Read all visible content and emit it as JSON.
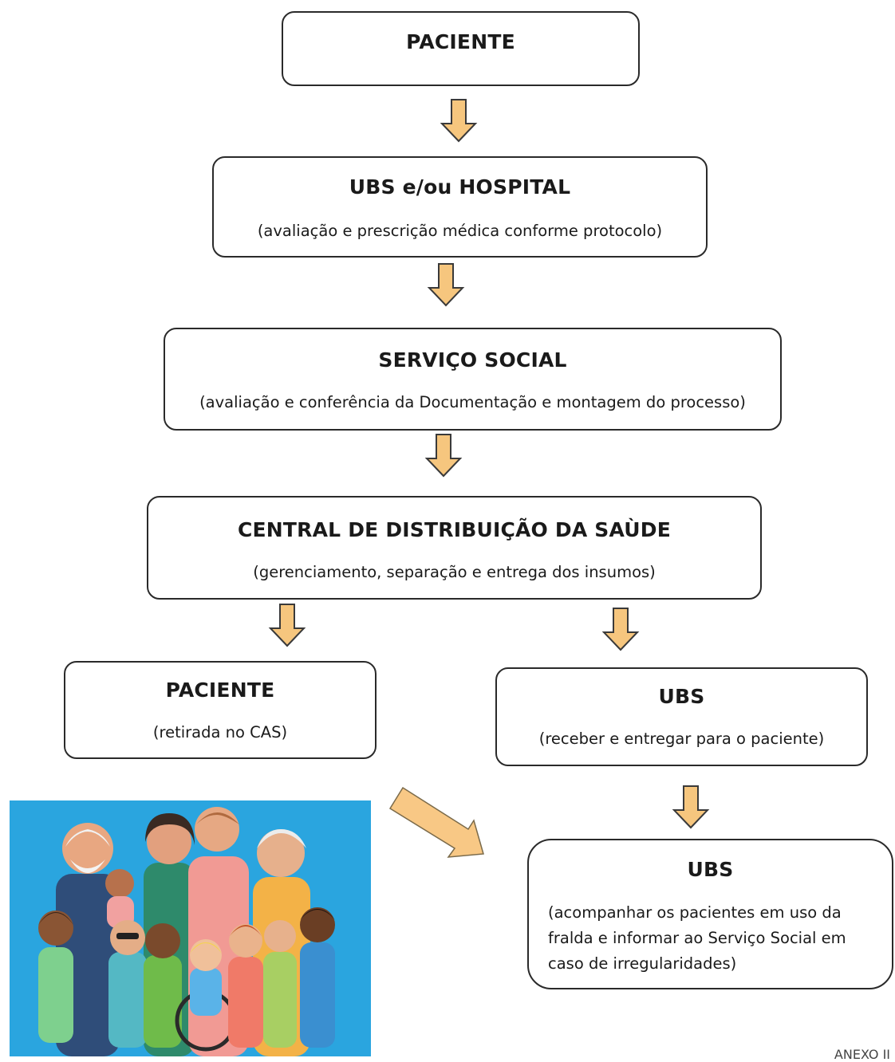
{
  "nodes": {
    "patient_top": {
      "title": "PACIENTE"
    },
    "ubs_hospital": {
      "title": "UBS e/ou HOSPITAL",
      "subtitle": "(avaliação e prescrição médica conforme protocolo)"
    },
    "servico_social": {
      "title": "SERVIÇO SOCIAL",
      "subtitle": "(avaliação e conferência da Documentação e montagem do processo)"
    },
    "central": {
      "title": "CENTRAL DE DISTRIBUIÇÃO DA SAÙDE",
      "subtitle": "(gerenciamento, separação e entrega dos insumos)"
    },
    "patient_cas": {
      "title": "PACIENTE",
      "subtitle": "(retirada no CAS)"
    },
    "ubs_receive": {
      "title": "UBS",
      "subtitle": "(receber e entregar para o paciente)"
    },
    "ubs_follow": {
      "title": "UBS",
      "subtitle_lines": [
        "(acompanhar os pacientes em uso da",
        "fralda e informar ao Serviço Social em",
        "caso de irregularidades)"
      ]
    }
  },
  "illustration": {
    "description_icon": "family-group-illustration",
    "background": "#2aa5df"
  },
  "footer": {
    "text": "ANEXO II"
  },
  "colors": {
    "arrow_fill": "#f6c67e",
    "border": "#2a2a2a"
  }
}
